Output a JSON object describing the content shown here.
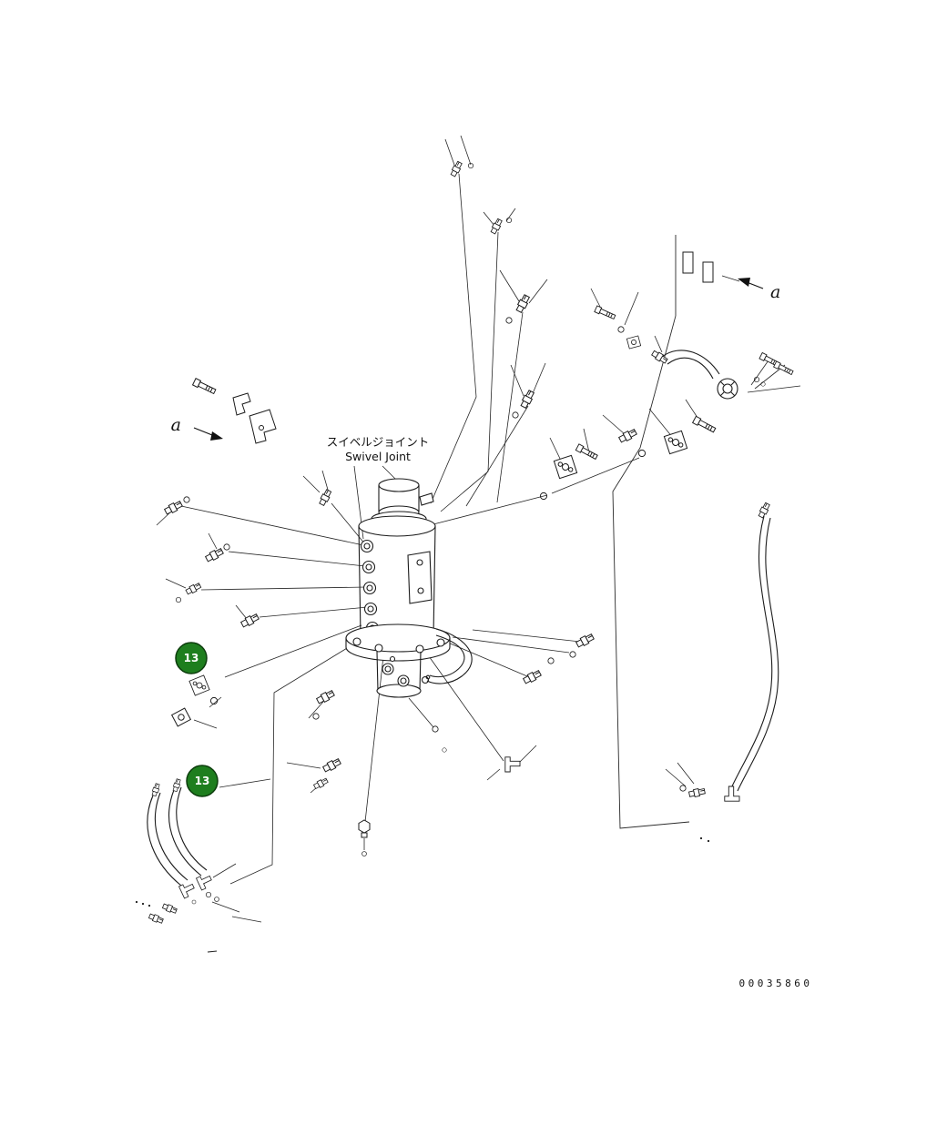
{
  "diagram": {
    "component_label": {
      "jp": "スイベルジョイント",
      "en": "Swivel Joint"
    },
    "view_arrows": {
      "left": "a",
      "right": "a"
    },
    "callouts": {
      "upper": "13",
      "lower": "13"
    },
    "callout_color": "#1e7e1e",
    "callout_ring": "#0c3c0c",
    "drawing_number": "00035860"
  }
}
